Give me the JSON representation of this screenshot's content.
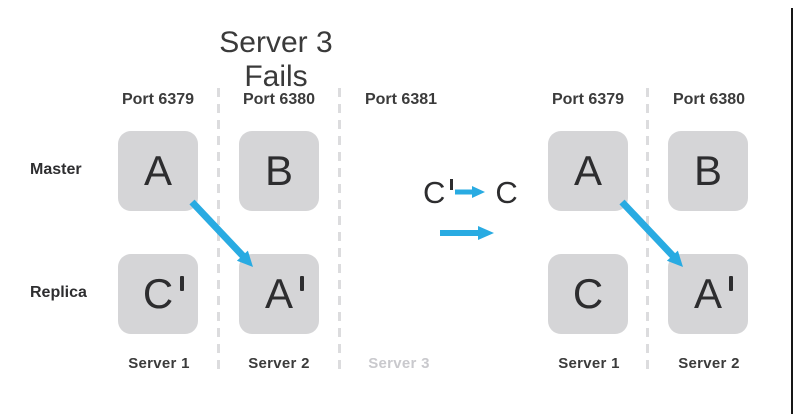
{
  "title": "Server 3 Fails",
  "colors": {
    "arrow_blue": "#29abe2",
    "box_fill": "#d5d5d7",
    "label_dark": "#3b3b3b",
    "letter_dark": "#2d2d2f",
    "failed_gray": "#c9c9cd",
    "dash_gray": "#dcdcde"
  },
  "row_labels": {
    "master": "Master",
    "replica": "Replica"
  },
  "left_diagram": {
    "ports": [
      "Port 6379",
      "Port 6380",
      "Port 6381"
    ],
    "master_boxes": [
      {
        "letter": "A",
        "prime": false
      },
      {
        "letter": "B",
        "prime": false
      }
    ],
    "replica_boxes": [
      {
        "letter": "C",
        "prime": true
      },
      {
        "letter": "A",
        "prime": true
      }
    ],
    "servers": [
      {
        "label": "Server 1",
        "failed": false
      },
      {
        "label": "Server 2",
        "failed": false
      },
      {
        "label": "Server 3",
        "failed": true
      }
    ]
  },
  "transition": {
    "from_letter": "C",
    "from_prime": true,
    "to_letter": "C"
  },
  "right_diagram": {
    "ports": [
      "Port 6379",
      "Port 6380"
    ],
    "master_boxes": [
      {
        "letter": "A",
        "prime": false
      },
      {
        "letter": "B",
        "prime": false
      }
    ],
    "replica_boxes": [
      {
        "letter": "C",
        "prime": false
      },
      {
        "letter": "A",
        "prime": true
      }
    ],
    "servers": [
      {
        "label": "Server 1",
        "failed": false
      },
      {
        "label": "Server 2",
        "failed": false
      }
    ]
  }
}
